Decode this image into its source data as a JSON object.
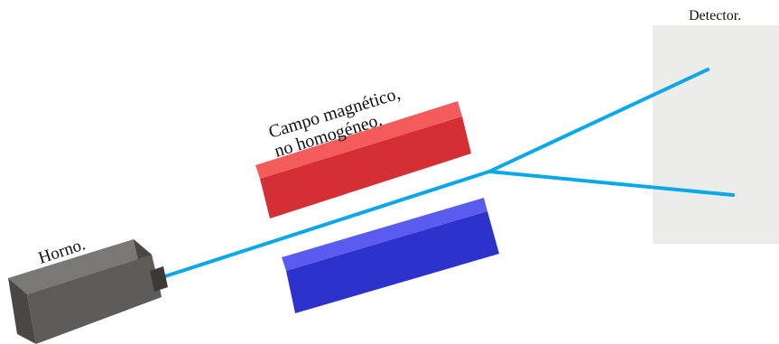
{
  "labels": {
    "detector": "Detector.",
    "field_line1": "Campo magnético,",
    "field_line2": "no homogéneo.",
    "oven": "Horno."
  },
  "colors": {
    "beam": "#0aa8e8",
    "detector_panel": "#ececea",
    "north_magnet_top": "#f45b5b",
    "north_magnet_front": "#d42f34",
    "south_magnet_top": "#5a5cf0",
    "south_magnet_front": "#2e32cc",
    "oven_front": "#5e5c5a",
    "oven_side": "#4a4846",
    "oven_top": "#7a7876"
  }
}
